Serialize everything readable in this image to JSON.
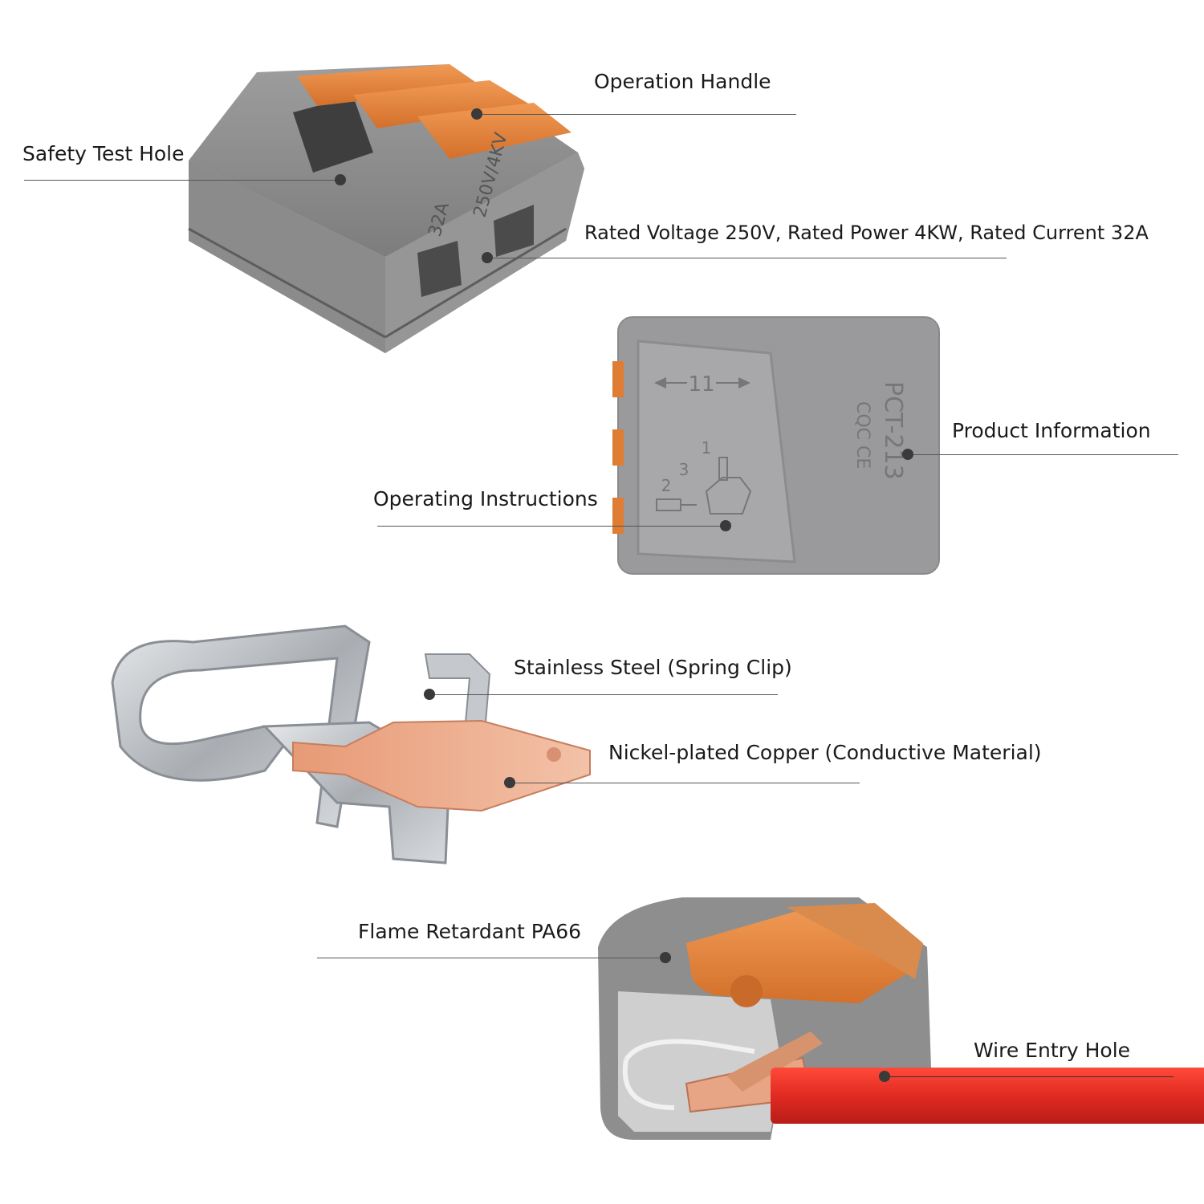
{
  "labels": {
    "operation_handle": "Operation Handle",
    "safety_test_hole": "Safety Test Hole",
    "rated_spec": "Rated Voltage 250V, Rated Power 4KW, Rated Current 32A",
    "product_information": "Product Information",
    "operating_instructions": "Operating Instructions",
    "stainless_steel": "Stainless Steel (Spring Clip)",
    "nickel_copper": "Nickel-plated Copper (Conductive Material)",
    "flame_retardant": "Flame Retardant PA66",
    "wire_entry_hole": "Wire Entry Hole"
  },
  "product_markings": {
    "current": "32A",
    "voltage_power": "250V/4KV",
    "model": "PCT-213",
    "certs": "CQC CE",
    "strip_length": "11",
    "step_1": "1",
    "step_2": "2",
    "step_3": "3"
  },
  "colors": {
    "housing_gray": "#8e8e8e",
    "lever_orange": "#e07d35",
    "copper": "#e8a585",
    "steel": "#bfc2c6",
    "wire_red": "#e12a22"
  }
}
